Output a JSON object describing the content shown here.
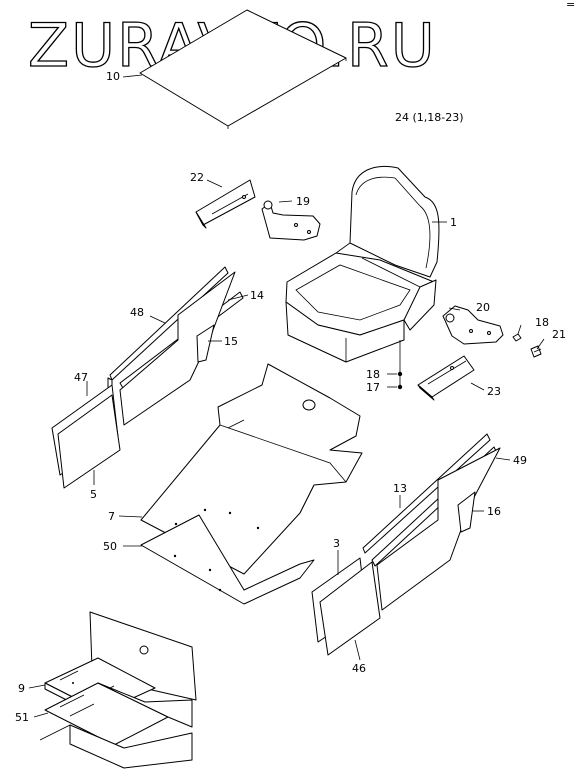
{
  "watermark": "ZURAVTO.RU",
  "corner_mark": "=",
  "assembly_label": "24 (1,18-23)",
  "callouts": {
    "c1": "1",
    "c3": "3",
    "c5": "5",
    "c7": "7",
    "c9": "9",
    "c10": "10",
    "c13": "13",
    "c14": "14",
    "c15": "15",
    "c16": "16",
    "c17": "17",
    "c18a": "18",
    "c18b": "18",
    "c19": "19",
    "c20": "20",
    "c21": "21",
    "c22": "22",
    "c23": "23",
    "c46": "46",
    "c47": "47",
    "c48": "48",
    "c49": "49",
    "c50": "50",
    "c51": "51"
  }
}
